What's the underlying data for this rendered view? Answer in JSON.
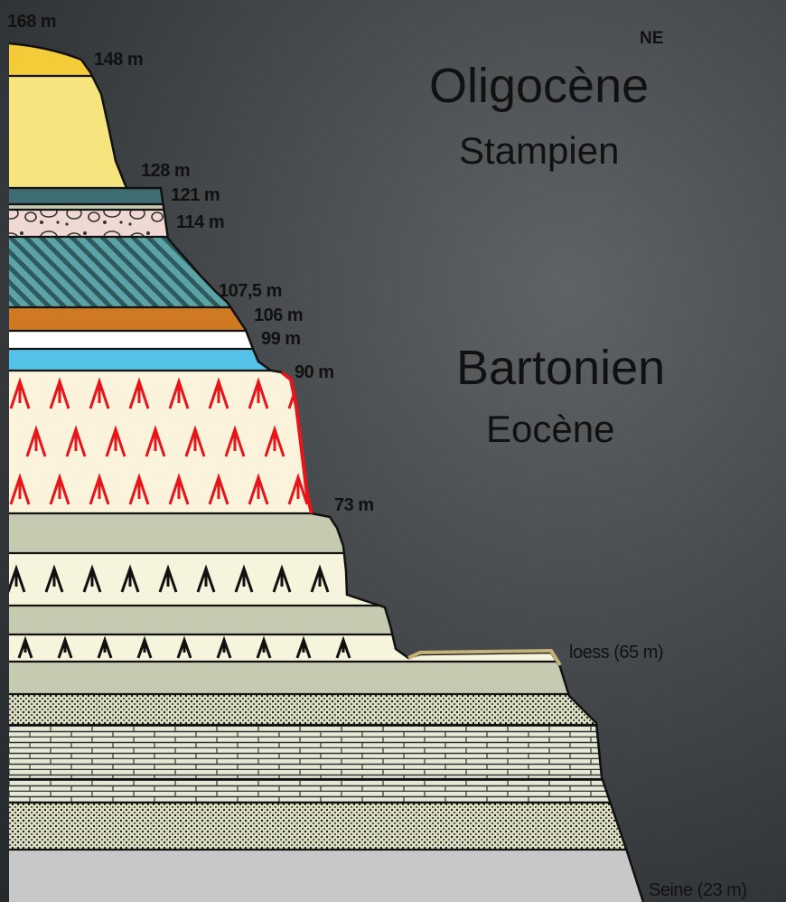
{
  "orientation_label": "NE",
  "periods": {
    "upper_epoch": "Oligocène",
    "upper_stage": "Stampien",
    "lower_stage": "Bartonien",
    "lower_epoch": "Eocène"
  },
  "altitudes": [
    "168 m",
    "148 m",
    "128 m",
    "121 m",
    "114 m",
    "107,5 m",
    "106 m",
    "99 m",
    "90 m",
    "73 m",
    "loess (65 m)",
    "Seine (23 m)"
  ],
  "colors": {
    "background": "#3a3d40",
    "sand_top": "#f4cc3a",
    "sand": "#f6e47e",
    "marl_dark": "#3d6d70",
    "conglomerate": "#f1d9d3",
    "hatched": "#5ca3a7",
    "ochre": "#cf7a22",
    "white_band": "#ffffff",
    "sky_blue": "#55c2ea",
    "gypsum_bg": "#fbf3dc",
    "gypsum_red_mark": "#e8141a",
    "marl_grey": "#c5cab1",
    "pale": "#f6f4dc",
    "stipple": "#d8dbbe",
    "limestone": "#e5e8d4",
    "sand_grey": "#d6d8c2",
    "bottom_grey": "#c8c8c8"
  }
}
